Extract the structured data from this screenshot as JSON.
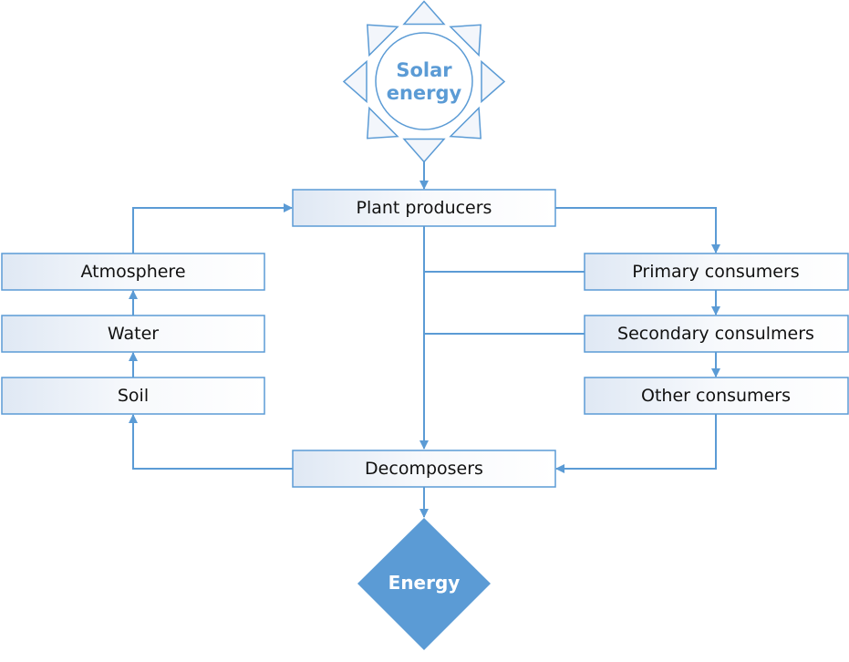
{
  "colors": {
    "accent": "#5b9bd5",
    "box_fill_left": "#dfe8f4",
    "box_fill_right": "#ffffff"
  },
  "sun": {
    "line1": "Solar",
    "line2": "energy"
  },
  "nodes": {
    "plant_producers": "Plant producers",
    "primary_consumers": "Primary consumers",
    "secondary_consumers": "Secondary consulmers",
    "other_consumers": "Other consumers",
    "atmosphere": "Atmosphere",
    "water": "Water",
    "soil": "Soil",
    "decomposers": "Decomposers"
  },
  "energy": "Energy"
}
